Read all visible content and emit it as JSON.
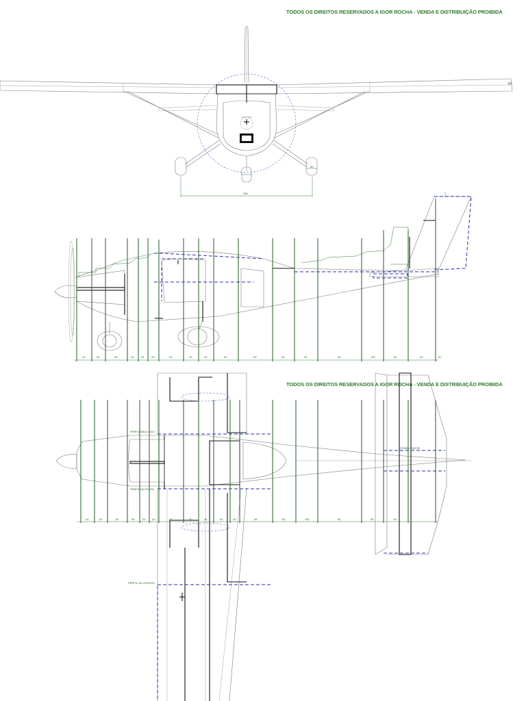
{
  "notice": "TODOS OS DIREITOS RESERVADOS A IGOR ROCHA - VENDA E DISTRIBUIÇÃO PROIBIDA",
  "side_dims": [
    "24",
    "40",
    "50",
    "24",
    "24",
    "20",
    "40",
    "40",
    "40",
    "40",
    "50",
    "45",
    "40",
    "50",
    "100",
    "50",
    "50",
    "67"
  ],
  "top_dims": [
    "24",
    "40",
    "40",
    "50",
    "24",
    "24",
    "20",
    "50",
    "40",
    "40",
    "40",
    "45",
    "50",
    "100",
    "50",
    "50",
    "67"
  ],
  "front_dims": {
    "span_gear": "266",
    "wheel": "30"
  },
  "labels": {
    "perfil_raiz": "PERFIL NACA 2412",
    "perfil_ponta": "PERFIL DA PONTA",
    "perfil_centro": "PERFIL DO CENTRO",
    "estab": "ESTABILIZADOR"
  }
}
